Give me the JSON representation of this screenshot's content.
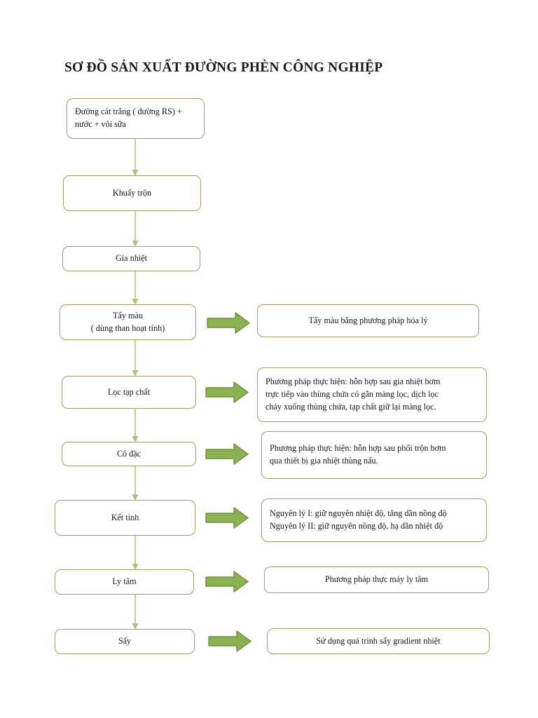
{
  "document": {
    "title": "SƠ ĐỒ SẢN XUẤT ĐƯỜNG PHÈN CÔNG NGHIỆP"
  },
  "colors": {
    "box_border": "#a89a68",
    "connector": "#a9c47f",
    "arrow_fill": "#8cb152",
    "arrow_stroke": "#6f8f3c",
    "text": "#151515",
    "background": "#ffffff"
  },
  "flow": {
    "steps": [
      {
        "id": "input",
        "label": "Đường cát trắng ( đường RS) +\nnước + vôi sữa",
        "align": "left"
      },
      {
        "id": "mixing",
        "label": "Khuấy trộn",
        "align": "center"
      },
      {
        "id": "heating",
        "label": "Gia nhiệt",
        "align": "center"
      },
      {
        "id": "decolor",
        "label": "Tẩy màu\n( dùng than hoạt tính)",
        "align": "center"
      },
      {
        "id": "filtering",
        "label": "Lọc tạp chất",
        "align": "center"
      },
      {
        "id": "concentrate",
        "label": "Cô đặc",
        "align": "center"
      },
      {
        "id": "crystallize",
        "label": "Kết tinh",
        "align": "center"
      },
      {
        "id": "centrifuge",
        "label": "Ly tâm",
        "align": "center"
      },
      {
        "id": "drying",
        "label": "Sấy",
        "align": "center"
      }
    ],
    "notes": [
      {
        "id": "note-decolor",
        "for": "decolor",
        "label": "Tẩy màu bằng phương pháp hóa lý",
        "align": "center"
      },
      {
        "id": "note-filtering",
        "for": "filtering",
        "label": "Phương pháp thực hiện: hỗn hợp sau gia nhiệt bơm\ntrực tiếp vào thùng chứa có gắn màng lọc, dịch lọc\nchảy xuống thùng chứa, tạp chất giữ lại màng lọc.",
        "align": "left"
      },
      {
        "id": "note-concentrate",
        "for": "concentrate",
        "label": "Phương pháp thực hiện: hỗn hợp sau phối trộn bơm\nqua thiết bị gia nhiệt thùng nấu.",
        "align": "left"
      },
      {
        "id": "note-crystallize",
        "for": "crystallize",
        "label": "Nguyên lý I: giữ nguyên nhiệt độ, tăng dần nồng độ\nNguyên lý II: giữ nguyên nồng độ, hạ dần nhiệt độ",
        "align": "left"
      },
      {
        "id": "note-centrifuge",
        "for": "centrifuge",
        "label": "Phương pháp thực máy ly tâm",
        "align": "center"
      },
      {
        "id": "note-drying",
        "for": "drying",
        "label": "Sử dụng quá trình sấy gradient nhiệt",
        "align": "center"
      }
    ]
  }
}
